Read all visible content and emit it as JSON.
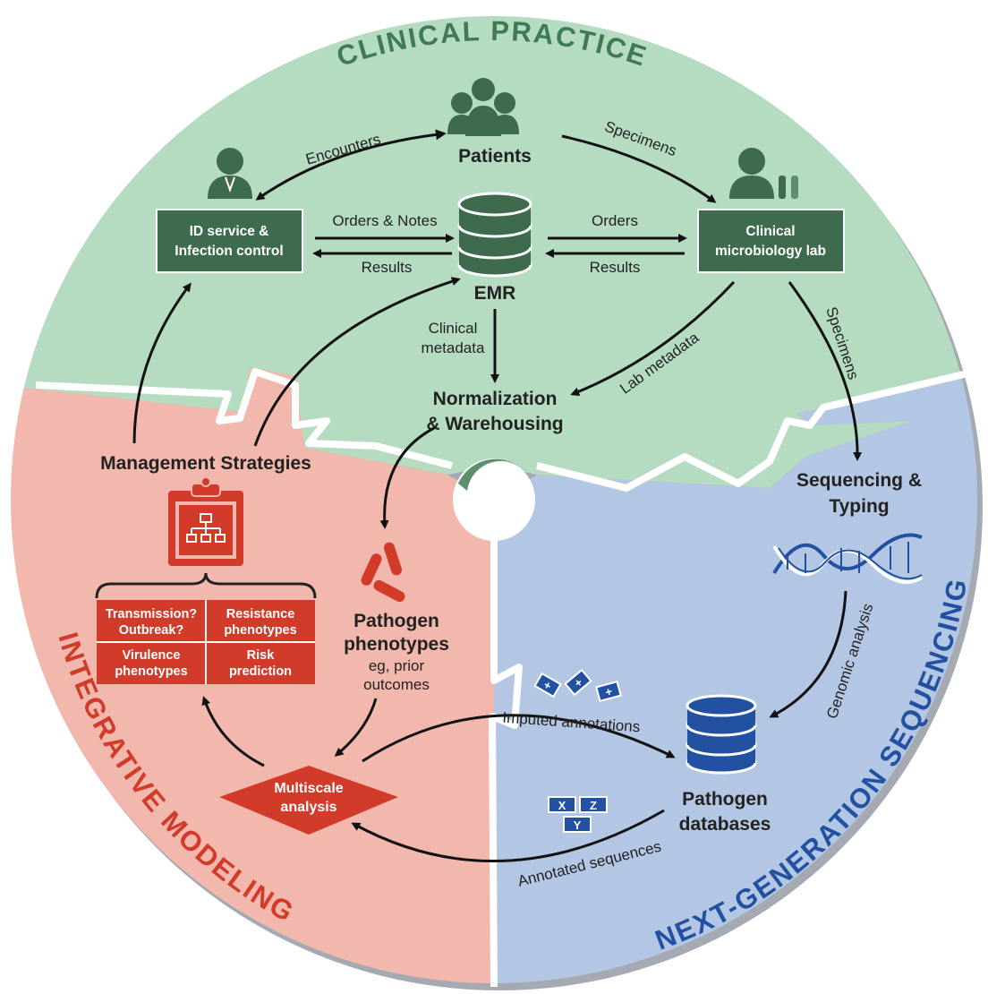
{
  "regions": {
    "clinical": "CLINICAL PRACTICE",
    "integrative": "INTEGRATIVE MODELING",
    "ngs": "NEXT-GENERATION SEQUENCING"
  },
  "nodes": {
    "patients": "Patients",
    "id_service_line1": "ID service &",
    "id_service_line2": "Infection control",
    "emr": "EMR",
    "micro_lab_line1": "Clinical",
    "micro_lab_line2": "microbiology lab",
    "normalization_line1": "Normalization",
    "normalization_line2": "& Warehousing",
    "management": "Management Strategies",
    "sequencing_line1": "Sequencing &",
    "sequencing_line2": "Typing",
    "phenotypes_line1": "Pathogen",
    "phenotypes_line2": "phenotypes",
    "phenotypes_note_line1": "eg, prior",
    "phenotypes_note_line2": "outcomes",
    "multiscale_line1": "Multiscale",
    "multiscale_line2": "analysis",
    "databases_line1": "Pathogen",
    "databases_line2": "databases"
  },
  "grid": {
    "tl_line1": "Transmission?",
    "tl_line2": "Outbreak?",
    "tr_line1": "Resistance",
    "tr_line2": "phenotypes",
    "bl_line1": "Virulence",
    "bl_line2": "phenotypes",
    "br_line1": "Risk",
    "br_line2": "prediction"
  },
  "edges": {
    "encounters": "Encounters",
    "specimens_top": "Specimens",
    "orders_notes": "Orders & Notes",
    "results_left": "Results",
    "orders": "Orders",
    "results_right": "Results",
    "clinical_metadata_line1": "Clinical",
    "clinical_metadata_line2": "metadata",
    "lab_metadata": "Lab metadata",
    "specimens_right": "Specimens",
    "genomic_analysis": "Genomic analysis",
    "imputed_annotations": "Imputed annotations",
    "annotated_sequences": "Annotated sequences"
  },
  "seq_tags": [
    "X",
    "Z",
    "Y"
  ],
  "annotation_tags": [
    "+",
    "+",
    "+"
  ],
  "colors": {
    "clinical_bg": "#b5dcc1",
    "integrative_bg": "#f2b8ad",
    "ngs_bg": "#b3c6e3",
    "green_dark": "#3e6a4e",
    "red_dark": "#d23b2a",
    "blue_dark": "#2351a1",
    "title_green": "#3e7a55"
  }
}
